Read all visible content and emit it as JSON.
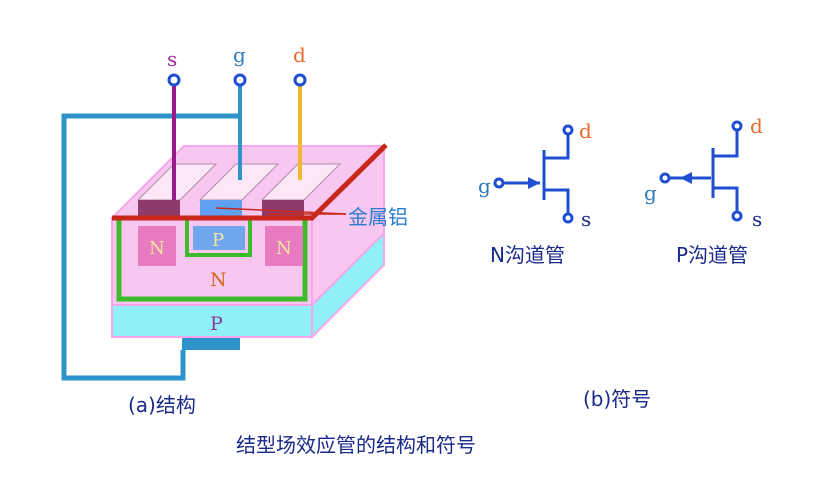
{
  "structure": {
    "terminals": {
      "source": "s",
      "gate": "g",
      "drain": "d"
    },
    "regions": {
      "n_left": "N",
      "p_center": "P",
      "n_right": "N",
      "n_body": "N",
      "p_substrate": "P"
    },
    "metal_label": "金属铝",
    "caption": "(a)结构"
  },
  "symbols": {
    "n_channel": {
      "gate": "g",
      "drain": "d",
      "source": "s",
      "label": "N沟道管"
    },
    "p_channel": {
      "gate": "g",
      "drain": "d",
      "source": "s",
      "label": "P沟道管"
    },
    "caption": "(b)符号"
  },
  "title": "结型场效应管的结构和符号",
  "colors": {
    "source_lead": "#9b1a8a",
    "gate_lead": "#2e93c9",
    "drain_lead": "#f2b82e",
    "terminal_label_purple": "#9b2a9b",
    "drain_label": "#e86a2c",
    "wire_blue": "#1f4fd1",
    "metal_red": "#c8281c",
    "junction_green": "#3dbb2a",
    "body_pink": "#f7c7ef",
    "substrate_cyan": "#8ff0f5"
  }
}
